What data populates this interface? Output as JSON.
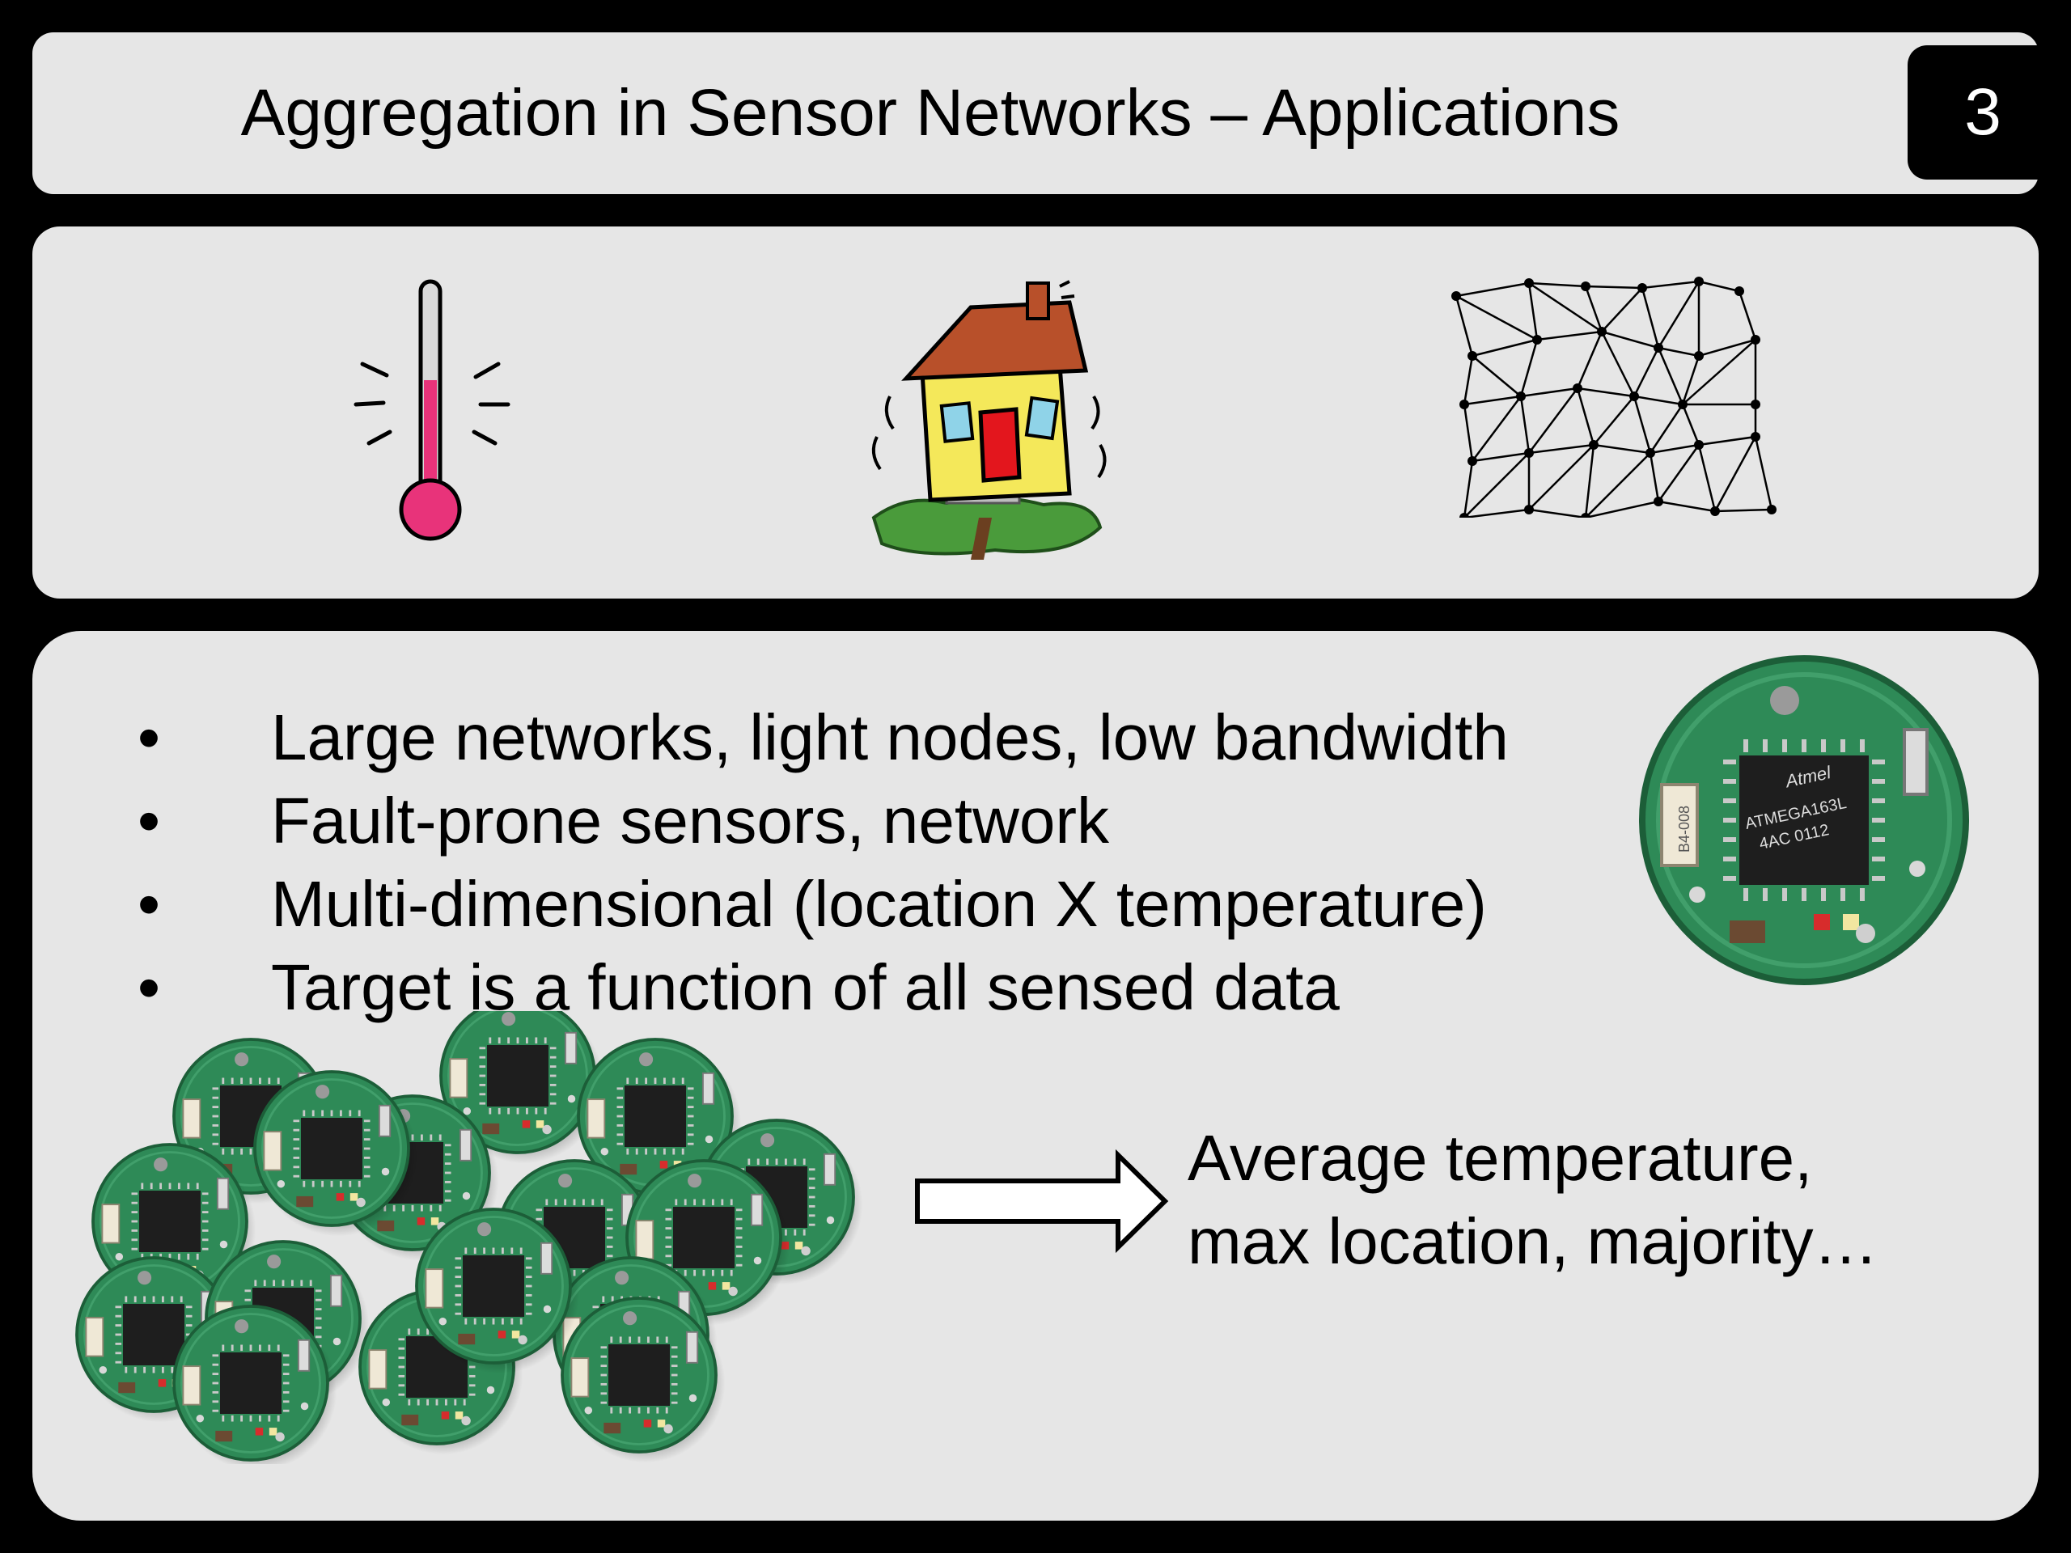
{
  "slide": {
    "title": "Aggregation in Sensor Networks – Applications",
    "page_number": "3"
  },
  "icons": {
    "left": "thermometer-icon",
    "middle": "shaking-house-icon",
    "right": "sensor-mesh-network-icon"
  },
  "bullets": [
    "Large networks, light nodes, low bandwidth",
    "Fault-prone sensors, network",
    "Multi-dimensional (location X temperature)",
    "Target is a function of all sensed data"
  ],
  "bullet_marker": "•",
  "result": {
    "line1": "Average temperature,",
    "line2": "max location, majority…"
  },
  "board_chip_text": {
    "brand": "Atmel",
    "part": "ATMEGA163L",
    "code": "4AC 0112",
    "side_label": "B4-008"
  },
  "colors": {
    "background": "#000000",
    "panel": "#e6e6e6",
    "thermometer_fill": "#e8337a",
    "pcb_green": "#2e8a57"
  }
}
